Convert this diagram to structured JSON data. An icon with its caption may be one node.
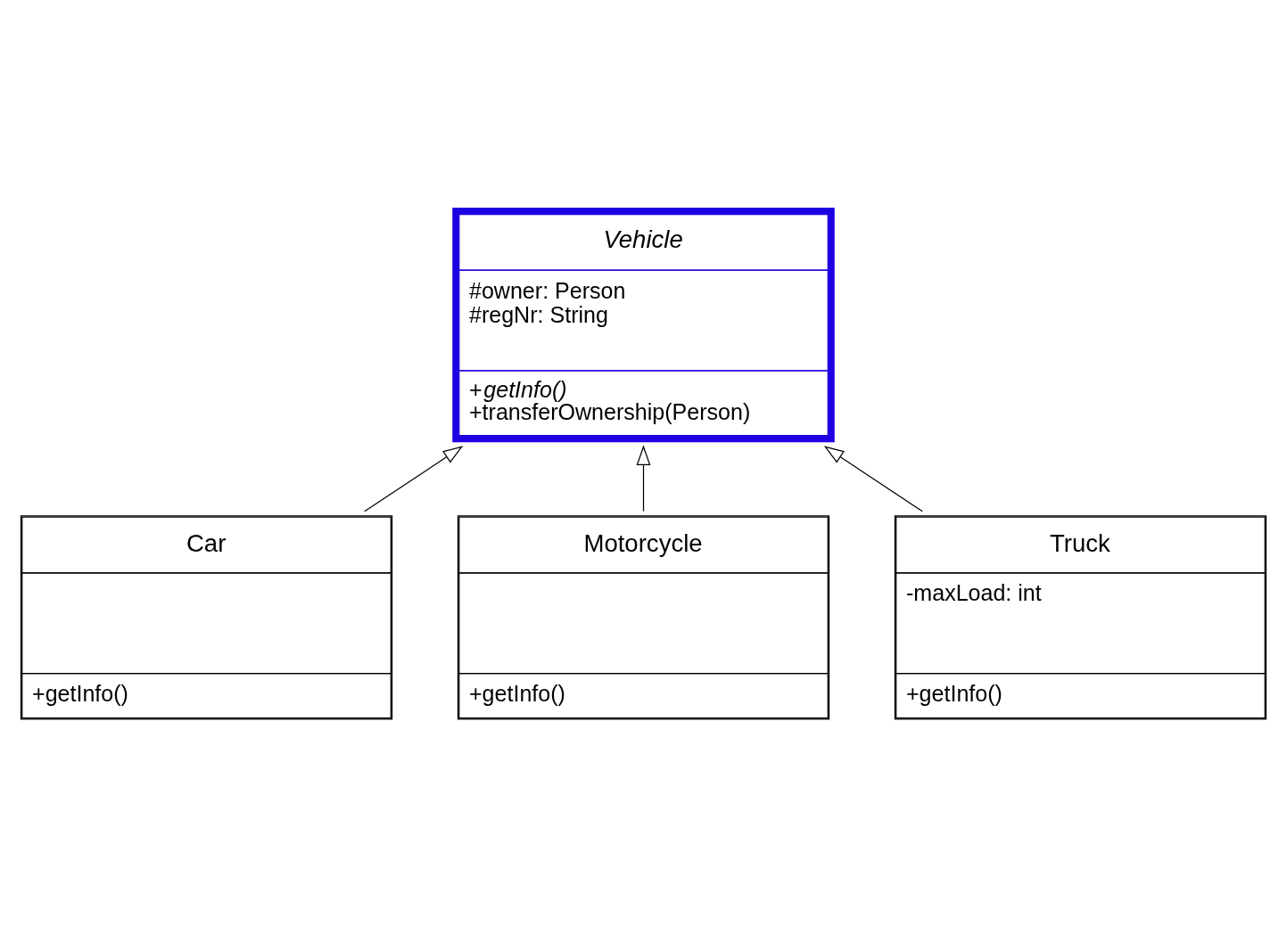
{
  "diagram": {
    "nodes": [
      {
        "text": [
          "Vehicle",
          "#owner: Person",
          "#regNr: String",
          "+*getInfo()*",
          "+transferOwnership(Person)"
        ]
      },
      {
        "text": [
          "Car",
          "+getInfo()"
        ]
      },
      {
        "text": [
          "Motorcycle",
          "+getInfo()"
        ]
      },
      {
        "text": [
          "Truck",
          "-maxLoad: int",
          "+getInfo()"
        ]
      }
    ],
    "edges": [
      {
        "from": 1,
        "to": 0,
        "arrow": "to"
      },
      {
        "from": 2,
        "to": 0,
        "arrow": "to"
      },
      {
        "from": 3,
        "to": 0,
        "arrow": "to"
      }
    ]
  }
}
